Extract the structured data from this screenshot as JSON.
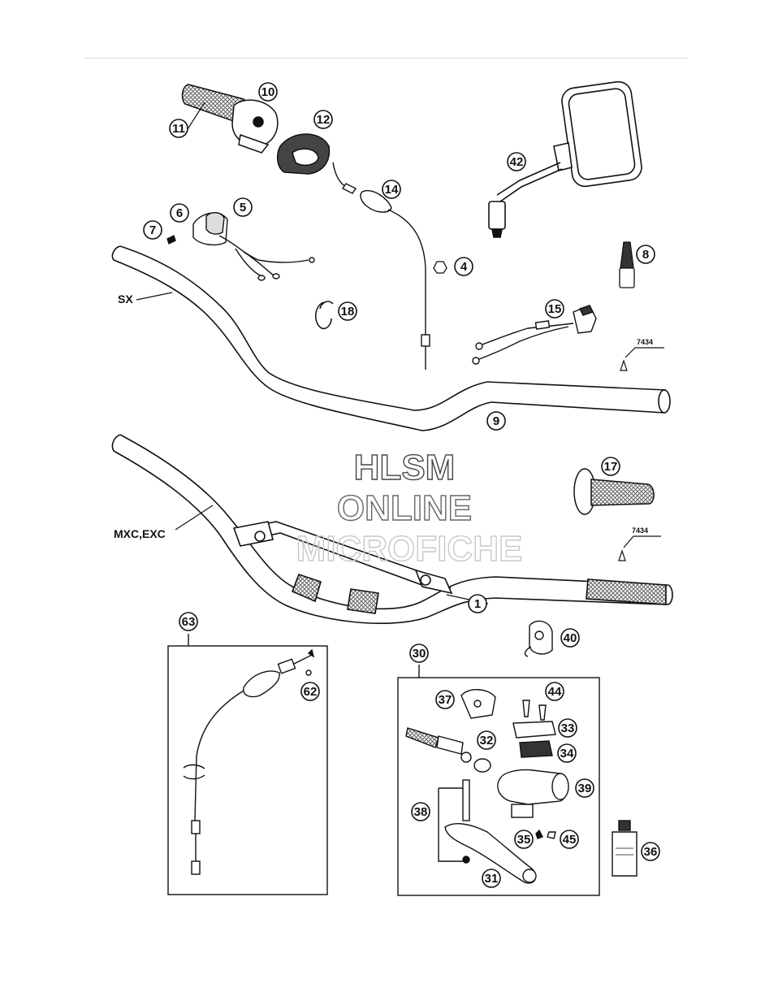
{
  "labels": {
    "sx": "SX",
    "mxc": "MXC,EXC",
    "ref_upper": "7434",
    "ref_lower": "7434"
  },
  "watermark": {
    "line1": "HLSM",
    "line2": "ONLINE",
    "line3": "MICROFICHE"
  },
  "callouts": [
    {
      "n": "10"
    },
    {
      "n": "11"
    },
    {
      "n": "12"
    },
    {
      "n": "42"
    },
    {
      "n": "14"
    },
    {
      "n": "5"
    },
    {
      "n": "6"
    },
    {
      "n": "7"
    },
    {
      "n": "4"
    },
    {
      "n": "8"
    },
    {
      "n": "18"
    },
    {
      "n": "15"
    },
    {
      "n": "9"
    },
    {
      "n": "17"
    },
    {
      "n": "1"
    },
    {
      "n": "40"
    },
    {
      "n": "63"
    },
    {
      "n": "62"
    },
    {
      "n": "30"
    },
    {
      "n": "37"
    },
    {
      "n": "44"
    },
    {
      "n": "33"
    },
    {
      "n": "32"
    },
    {
      "n": "34"
    },
    {
      "n": "39"
    },
    {
      "n": "38"
    },
    {
      "n": "35"
    },
    {
      "n": "45"
    },
    {
      "n": "36"
    },
    {
      "n": "31"
    }
  ],
  "colors": {
    "line": "#111111",
    "knurl": "#777777",
    "watermark_stroke": "#555555"
  }
}
